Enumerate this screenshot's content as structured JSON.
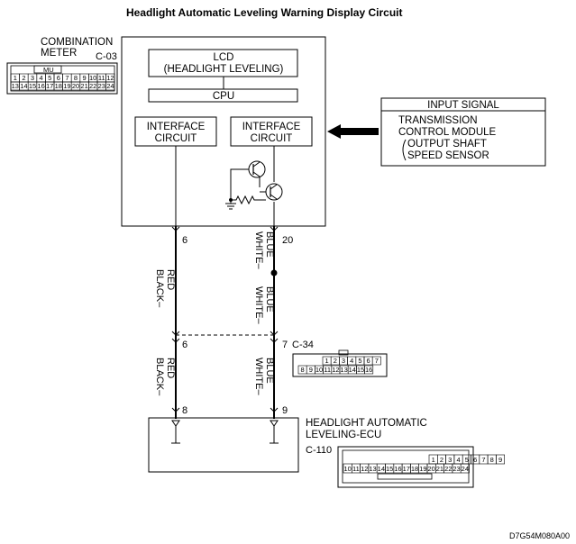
{
  "title": "Headlight Automatic Leveling Warning Display Circuit",
  "combination_meter": {
    "label_line1": "COMBINATION",
    "label_line2": "METER",
    "connector_id": "C-03",
    "key_label": "MU",
    "pins_top": [
      "1",
      "2",
      "3",
      "4",
      "5",
      "6",
      "7",
      "8",
      "9",
      "10",
      "11",
      "12"
    ],
    "pins_bottom": [
      "13",
      "14",
      "15",
      "16",
      "17",
      "18",
      "19",
      "20",
      "21",
      "22",
      "23",
      "24"
    ]
  },
  "meter_internals": {
    "lcd_line1": "LCD",
    "lcd_line2": "(HEADLIGHT LEVELING)",
    "cpu": "CPU",
    "interface_left_line1": "INTERFACE",
    "interface_left_line2": "CIRCUIT",
    "interface_right_line1": "INTERFACE",
    "interface_right_line2": "CIRCUIT"
  },
  "input_signal": {
    "header": "INPUT SIGNAL",
    "line1": "TRANSMISSION",
    "line2": "CONTROL MODULE",
    "line3": "OUTPUT SHAFT",
    "line4": "SPEED SENSOR"
  },
  "wires": {
    "left_pin_meter": "6",
    "right_pin_meter": "20",
    "left_color_1_line1": "BLACK–",
    "left_color_1_line2": "RED",
    "right_color_1_line1": "WHITE–",
    "right_color_1_line2": "BLUE",
    "right_color_2_line1": "WHITE–",
    "right_color_2_line2": "BLUE",
    "left_pin_junction": "6",
    "right_pin_junction": "7",
    "junction_connector_id": "C-34",
    "left_color_2_line1": "BLACK–",
    "left_color_2_line2": "RED",
    "right_color_3_line1": "WHITE–",
    "right_color_3_line2": "BLUE",
    "left_pin_ecu": "8",
    "right_pin_ecu": "9"
  },
  "c34_connector": {
    "pins_top": [
      "1",
      "2",
      "3",
      "4",
      "5",
      "6",
      "7"
    ],
    "pins_bottom": [
      "8",
      "9",
      "10",
      "11",
      "12",
      "13",
      "14",
      "15",
      "16"
    ]
  },
  "ecu": {
    "label_line1": "HEADLIGHT AUTOMATIC",
    "label_line2": "LEVELING-ECU",
    "connector_id": "C-110",
    "pins_top": [
      "1",
      "2",
      "3",
      "4",
      "5",
      "6",
      "7",
      "8",
      "9"
    ],
    "pins_bottom": [
      "10",
      "11",
      "12",
      "13",
      "14",
      "15",
      "16",
      "17",
      "18",
      "19",
      "20",
      "21",
      "22",
      "23",
      "24"
    ]
  },
  "figure_code": "D7G54M080A00"
}
